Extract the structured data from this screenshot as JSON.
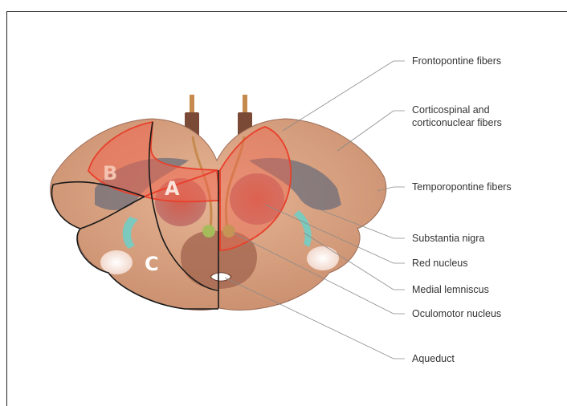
{
  "regions": {
    "a": "A",
    "b": "B",
    "c": "C"
  },
  "labels": {
    "frontopontine": "Frontopontine fibers",
    "corticospinal_1": "Corticospinal and",
    "corticospinal_2": "corticonuclear fibers",
    "temporopontine": "Temporopontine fibers",
    "substantia_nigra": "Substantia nigra",
    "red_nucleus": "Red nucleus",
    "medial_lemniscus": "Medial lemniscus",
    "oculomotor_nucleus": "Oculomotor nucleus",
    "aqueduct": "Aqueduct"
  },
  "colors": {
    "tissue": "#d9a584",
    "tissue_dark": "#b98066",
    "peduncle_band": "#6e6d7a",
    "highlight_region": "#ee6650",
    "region_outline": "#e8402c",
    "red_nucleus": "#c75a4c",
    "medial_lemniscus": "#7cc9bd",
    "oculomotor": "#a6bb5a",
    "nerve": "#c78a4e"
  }
}
